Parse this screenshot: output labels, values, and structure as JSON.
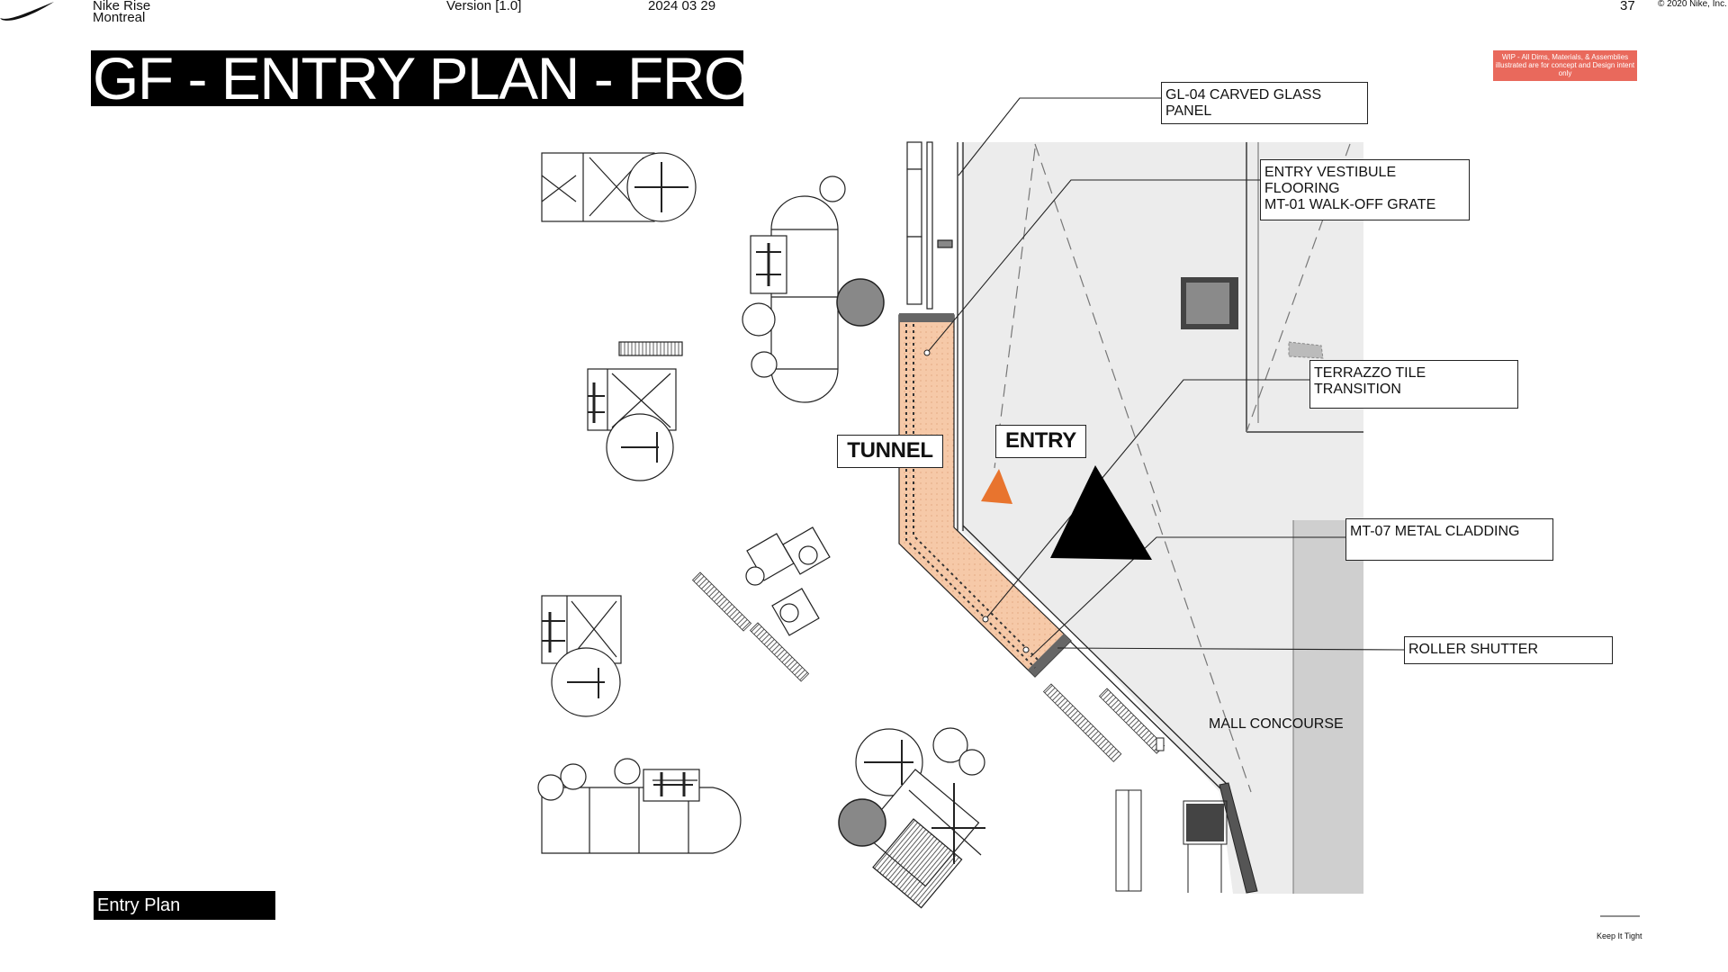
{
  "header": {
    "brand_line1": "Nike Rise",
    "brand_line2": "Montreal",
    "version": "Version [1.0]",
    "date": "2024 03 29",
    "page_number": "37",
    "copyright": "© 2020 Nike, Inc."
  },
  "title": "GF - ENTRY PLAN - FROM",
  "wip_note": "WIP - All Dims, Materials, & Assemblies illustrated are for concept and Design intent only",
  "callouts": {
    "glass_panel": "GL-04 CARVED GLASS PANEL",
    "vestibule": "ENTRY VESTIBULE FLOORING\nMT-01 WALK-OFF GRATE",
    "terrazzo": "TERRAZZO TILE TRANSITION",
    "metal_cladding": "MT-07 METAL CLADDING",
    "roller_shutter": "ROLLER SHUTTER"
  },
  "labels": {
    "tunnel": "TUNNEL",
    "entry": "ENTRY",
    "mall_concourse": "MALL CONCOURSE"
  },
  "footer": {
    "section_label": "Entry Plan",
    "tagline": "Keep It Tight"
  },
  "colors": {
    "accent_orange": "#e8742e",
    "tunnel_fill": "#f6c9a8",
    "wip_red": "#e9695c",
    "concourse_grey": "#ececec"
  },
  "icons": [
    "nike-swoosh-icon",
    "entry-direction-triangle-icon",
    "orange-arrow-icon"
  ]
}
